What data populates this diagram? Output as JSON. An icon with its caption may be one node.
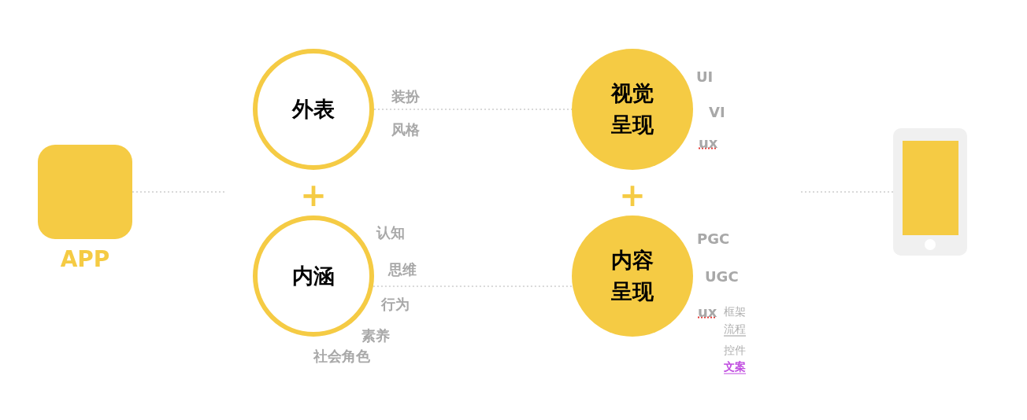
{
  "diagram": {
    "nodes": [
      {
        "text": [
          "APP"
        ]
      },
      {
        "text": [
          "外表"
        ],
        "beside": [
          "装扮",
          "风格"
        ]
      },
      {
        "text": [
          "内涵"
        ],
        "beside": [
          "认知",
          "思维",
          "行为",
          "素养",
          "社会角色"
        ]
      },
      {
        "text": [
          "视觉呈现"
        ],
        "beside": [
          "UI",
          "VI",
          "ux"
        ]
      },
      {
        "text": [
          "内容呈现"
        ],
        "beside": [
          "PGC",
          "UGC",
          "ux",
          "框架",
          "流程",
          "控件",
          "文案"
        ]
      },
      {
        "text": [],
        "shape": "phone"
      }
    ],
    "edges": [
      {
        "from": 0,
        "to": null,
        "arrow": "none",
        "style": "dashed"
      },
      {
        "from": 1,
        "to": 3,
        "arrow": "none",
        "style": "dashed"
      },
      {
        "from": 2,
        "to": 4,
        "arrow": "none",
        "style": "dashed"
      },
      {
        "from": null,
        "to": 5,
        "arrow": "none",
        "style": "dashed"
      }
    ],
    "labels": [
      "+",
      "+"
    ]
  }
}
